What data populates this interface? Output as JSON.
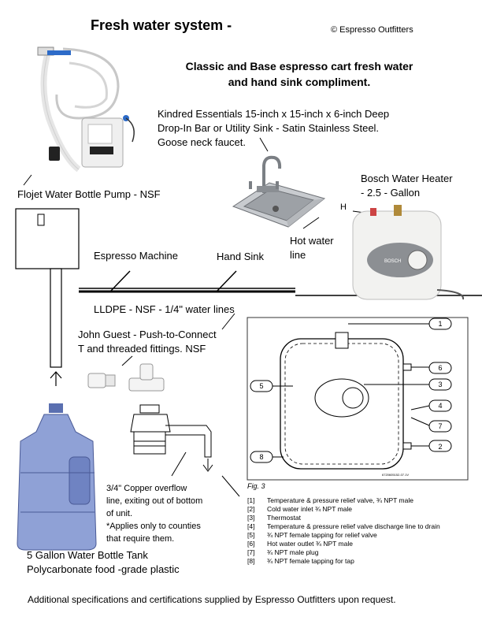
{
  "header": {
    "title": "Fresh water system  -",
    "copyright": "© Espresso Outfitters",
    "subtitle_line1": "Classic and Base espresso cart fresh water",
    "subtitle_line2": "and hand sink compliment."
  },
  "labels": {
    "sink_line1": "Kindred Essentials 15-inch x 15-inch x 6-inch Deep",
    "sink_line2": "Drop-In Bar or Utility Sink - Satin Stainless Steel.",
    "sink_line3": "Goose neck faucet.",
    "heater_line1": "Bosch Water Heater",
    "heater_line2": " - 2.5 - Gallon",
    "heater_h": "H",
    "hot_line1": "Hot water",
    "hot_line2": "line",
    "pump": "Flojet Water Bottle Pump - NSF",
    "espresso": "Espresso Machine",
    "hand_sink": "Hand Sink",
    "lldpe": "LLDPE - NSF - 1/4\" water lines",
    "jg_line1": "John Guest - Push-to-Connect",
    "jg_line2": "T and threaded fittings. NSF",
    "overflow_line1": "3/4\" Copper overflow",
    "overflow_line2": "line, exiting out of bottom",
    "overflow_line3": "of unit.",
    "overflow_line4": "*Applies only to counties",
    "overflow_line5": "that require them.",
    "tank_line1": "5 Gallon Water Bottle Tank",
    "tank_line2": "Polycarbonate food -grade plastic"
  },
  "figure": {
    "caption": "Fig. 3",
    "callouts": [
      "1",
      "2",
      "3",
      "4",
      "5",
      "6",
      "7",
      "8"
    ],
    "part_code": "6720605152-07.1V",
    "legend": [
      {
        "num": "[1]",
        "text": "Temperature & pressure relief valve, ¾ NPT male"
      },
      {
        "num": "[2]",
        "text": "Cold water inlet ¾ NPT male"
      },
      {
        "num": "[3]",
        "text": "Thermostat"
      },
      {
        "num": "[4]",
        "text": "Temperature & pressure relief valve discharge line to drain"
      },
      {
        "num": "[5]",
        "text": "¾ NPT female tapping for relief valve"
      },
      {
        "num": "[6]",
        "text": "Hot water outlet ¾ NPT male"
      },
      {
        "num": "[7]",
        "text": "¾ NPT male plug"
      },
      {
        "num": "[8]",
        "text": "¾ NPT female tapping for tap"
      }
    ]
  },
  "heater_brand": "BOSCH",
  "footer": "Additional specifications and certifications supplied by Espresso Outfitters upon request.",
  "colors": {
    "bottle": "#5a6fb0",
    "bottle_light": "#8fa1d6",
    "steel": "#9a9ea4",
    "heater_body": "#f2f2f0",
    "heater_panel": "#8c8f93"
  }
}
